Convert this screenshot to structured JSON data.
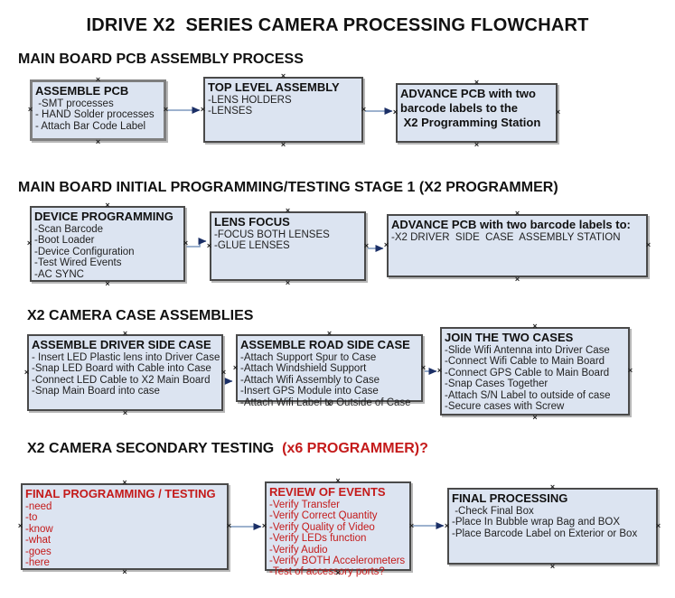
{
  "title": "IDRIVE X2  SERIES CAMERA PROCESSING FLOWCHART",
  "colors": {
    "box_fill": "#dce4f1",
    "box_border": "#4a4a4a",
    "box_border_light": "#7f7f7f",
    "red_text": "#c41a1a",
    "connector_line": "#7d98bd",
    "connector_arrowhead": "#1b2f66"
  },
  "connection_marker_glyph": "×",
  "sections": [
    {
      "heading": "MAIN BOARD PCB ASSEMBLY PROCESS",
      "boxes": [
        {
          "title": "ASSEMBLE PCB",
          "lines": [
            " -SMT processes",
            "- HAND Solder processes",
            "- Attach Bar Code Label"
          ]
        },
        {
          "title": "TOP LEVEL ASSEMBLY",
          "lines": [
            "-LENS HOLDERS",
            "-LENSES"
          ]
        },
        {
          "title": "ADVANCE PCB with two\nbarcode labels to the\n X2 Programming Station",
          "lines": []
        }
      ]
    },
    {
      "heading": "MAIN BOARD INITIAL PROGRAMMING/TESTING STAGE 1 (X2 PROGRAMMER)",
      "boxes": [
        {
          "title": "DEVICE PROGRAMMING",
          "lines": [
            "-Scan Barcode",
            "-Boot Loader",
            "-Device Configuration",
            "-Test Wired Events",
            "-AC SYNC"
          ]
        },
        {
          "title": "LENS FOCUS",
          "lines": [
            "-FOCUS BOTH LENSES",
            "-GLUE LENSES"
          ]
        },
        {
          "title": "ADVANCE PCB with two barcode labels to:",
          "lines": [
            "-X2 DRIVER  SIDE  CASE  ASSEMBLY STATION"
          ]
        }
      ]
    },
    {
      "heading": "X2 CAMERA CASE ASSEMBLIES",
      "boxes": [
        {
          "title": "ASSEMBLE DRIVER SIDE CASE",
          "lines": [
            "- Insert LED Plastic lens into Driver Case",
            "-Snap LED Board with Cable into Case",
            "-Connect LED Cable to X2 Main Board",
            "-Snap Main Board into case"
          ]
        },
        {
          "title": "ASSEMBLE ROAD SIDE CASE",
          "lines": [
            "-Attach Support Spur to Case",
            "-Attach Windshield Support",
            "-Attach Wifi Assembly to Case",
            "-Insert GPS Module into Case",
            "-Attach Wifi Label to Outside of Case"
          ]
        },
        {
          "title": "JOIN THE TWO CASES",
          "lines": [
            "-Slide Wifi Antenna into Driver Case",
            "-Connect Wifi Cable to Main Board",
            "-Connect GPS Cable to Main Board",
            "-Snap Cases Together",
            "-Attach S/N Label to outside of case",
            "-Secure cases with Screw"
          ]
        }
      ]
    },
    {
      "heading": "X2 CAMERA SECONDARY TESTING",
      "heading_suffix": "  (x6 PROGRAMMER)?",
      "boxes": [
        {
          "title": "FINAL PROGRAMMING / TESTING",
          "lines": [
            "-need",
            "-to",
            "-know",
            "-what",
            "-goes",
            "-here"
          ]
        },
        {
          "title": "REVIEW OF EVENTS",
          "lines": [
            "-Verify Transfer",
            "-Verify Correct Quantity",
            "-Verify Quality of Video",
            "-Verify LEDs function",
            "-Verify Audio",
            "-Verify BOTH Accelerometers",
            "-Test of accessory ports?"
          ]
        },
        {
          "title": "FINAL PROCESSING",
          "lines": [
            " -Check Final Box",
            "-Place In Bubble wrap Bag and BOX",
            "-Place Barcode Label on Exterior or Box"
          ]
        }
      ]
    }
  ]
}
